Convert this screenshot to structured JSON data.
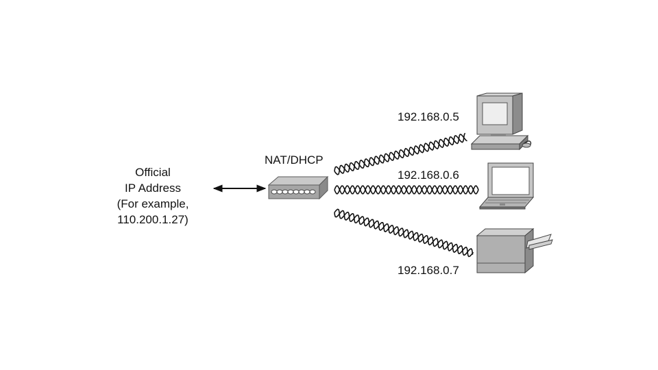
{
  "official": {
    "lines": [
      "Official",
      "IP Address",
      "(For example,",
      "110.200.1.27)"
    ]
  },
  "nat_device": {
    "label": "NAT/DHCP"
  },
  "hosts": [
    {
      "ip": "192.168.0.5",
      "icon": "desktop-computer-icon"
    },
    {
      "ip": "192.168.0.6",
      "icon": "laptop-icon"
    },
    {
      "ip": "192.168.0.7",
      "icon": "printer-icon"
    }
  ],
  "colors": {
    "line": "#111111",
    "device_light": "#d2d2d2",
    "device_mid": "#a8a8a8",
    "device_dark": "#6e6e6e"
  }
}
